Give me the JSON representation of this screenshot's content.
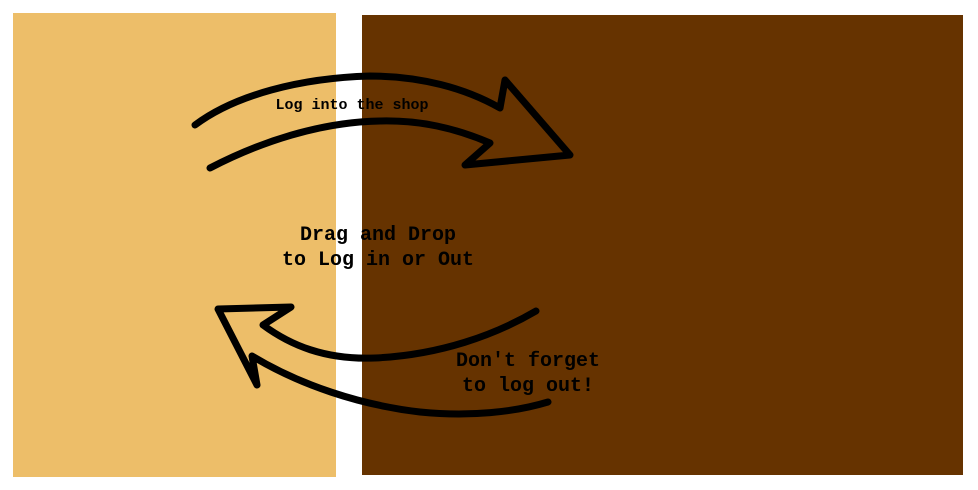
{
  "colors": {
    "page_background": "#ffffff",
    "logged_out_zone": "#edbe69",
    "shop_zone": "#663300",
    "ink": "#000000"
  },
  "zones": [
    {
      "id": "logged-out-area",
      "fill": "#edbe69"
    },
    {
      "id": "shop-area",
      "fill": "#663300"
    }
  ],
  "labels": {
    "login_hint": "Log into the shop",
    "instruction": "Drag and Drop\nto Log in or Out",
    "logout_hint": "Don't forget\nto log out!"
  },
  "icons": {
    "top_arrow": "arrow-right-icon",
    "bottom_arrow": "arrow-left-icon"
  }
}
